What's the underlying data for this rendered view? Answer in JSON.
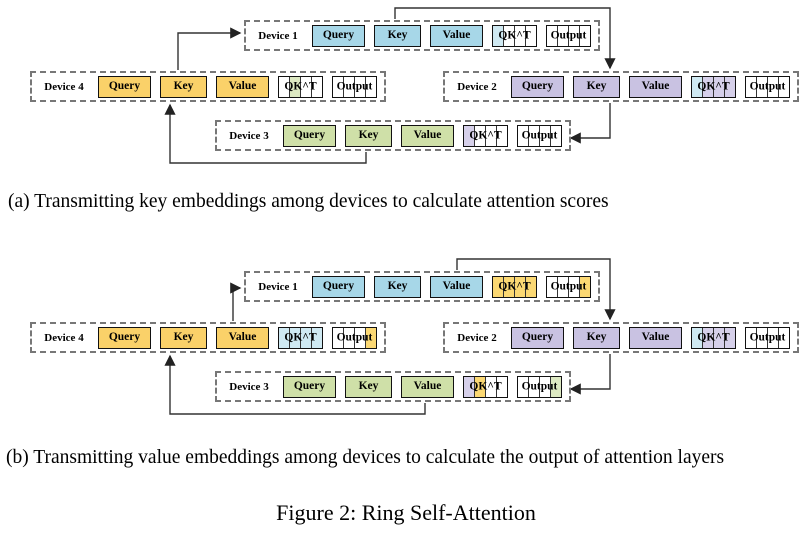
{
  "labels": {
    "query": "Query",
    "key": "Key",
    "value": "Value",
    "qkt": "QK^T",
    "output": "Output"
  },
  "captions": {
    "a": "(a) Transmitting key embeddings among devices to calculate attention scores",
    "b": "(b) Transmitting value embeddings among devices to calculate the output of attention layers",
    "figure": "Figure 2: Ring Self-Attention"
  },
  "colors": {
    "device1_blue": "#a7d7e8",
    "device2_purple": "#c9c2e2",
    "device3_green": "#cfe0a8",
    "device4_yellow": "#fad169",
    "arrow": "#333333"
  },
  "diagram_a": {
    "d1": {
      "name": "Device 1",
      "block_color": "#a7d7e8",
      "qkt": [
        "#cfe9f2",
        "#ffffff",
        "#ffffff",
        "#ffffff"
      ],
      "out": [
        "#ffffff",
        "#ffffff",
        "#ffffff",
        "#ffffff"
      ]
    },
    "d2": {
      "name": "Device 2",
      "block_color": "#c9c2e2",
      "qkt": [
        "#cfe9f2",
        "#d6d0ea",
        "#d6d0ea",
        "#d6d0ea"
      ],
      "out": [
        "#ffffff",
        "#ffffff",
        "#ffffff",
        "#ffffff"
      ]
    },
    "d3": {
      "name": "Device 3",
      "block_color": "#cfe0a8",
      "qkt": [
        "#d6d0ea",
        "#ffffff",
        "#ffffff",
        "#ffffff"
      ],
      "out": [
        "#ffffff",
        "#ffffff",
        "#ffffff",
        "#ffffff"
      ]
    },
    "d4": {
      "name": "Device 4",
      "block_color": "#fad169",
      "qkt": [
        "#ffffff",
        "#dde9c2",
        "#ffffff",
        "#ffffff"
      ],
      "out": [
        "#ffffff",
        "#ffffff",
        "#ffffff",
        "#ffffff"
      ]
    }
  },
  "diagram_b": {
    "d1": {
      "name": "Device 1",
      "block_color": "#a7d7e8",
      "qkt": [
        "#fbd873",
        "#fbd873",
        "#fbd873",
        "#fbd873"
      ],
      "out": [
        "#ffffff",
        "#ffffff",
        "#ffffff",
        "#fbd873"
      ]
    },
    "d2": {
      "name": "Device 2",
      "block_color": "#c9c2e2",
      "qkt": [
        "#cfe9f2",
        "#d6d0ea",
        "#d6d0ea",
        "#d6d0ea"
      ],
      "out": [
        "#ffffff",
        "#ffffff",
        "#ffffff",
        "#ffffff"
      ]
    },
    "d3": {
      "name": "Device 3",
      "block_color": "#cfe0a8",
      "qkt": [
        "#d6d0ea",
        "#fbd873",
        "#ffffff",
        "#ffffff"
      ],
      "out": [
        "#ffffff",
        "#ffffff",
        "#ffffff",
        "#dde9c2"
      ]
    },
    "d4": {
      "name": "Device 4",
      "block_color": "#fad169",
      "qkt": [
        "#cfe9f2",
        "#cfe9f2",
        "#cfe9f2",
        "#cfe9f2"
      ],
      "out": [
        "#ffffff",
        "#ffffff",
        "#ffffff",
        "#fbd873"
      ]
    }
  }
}
